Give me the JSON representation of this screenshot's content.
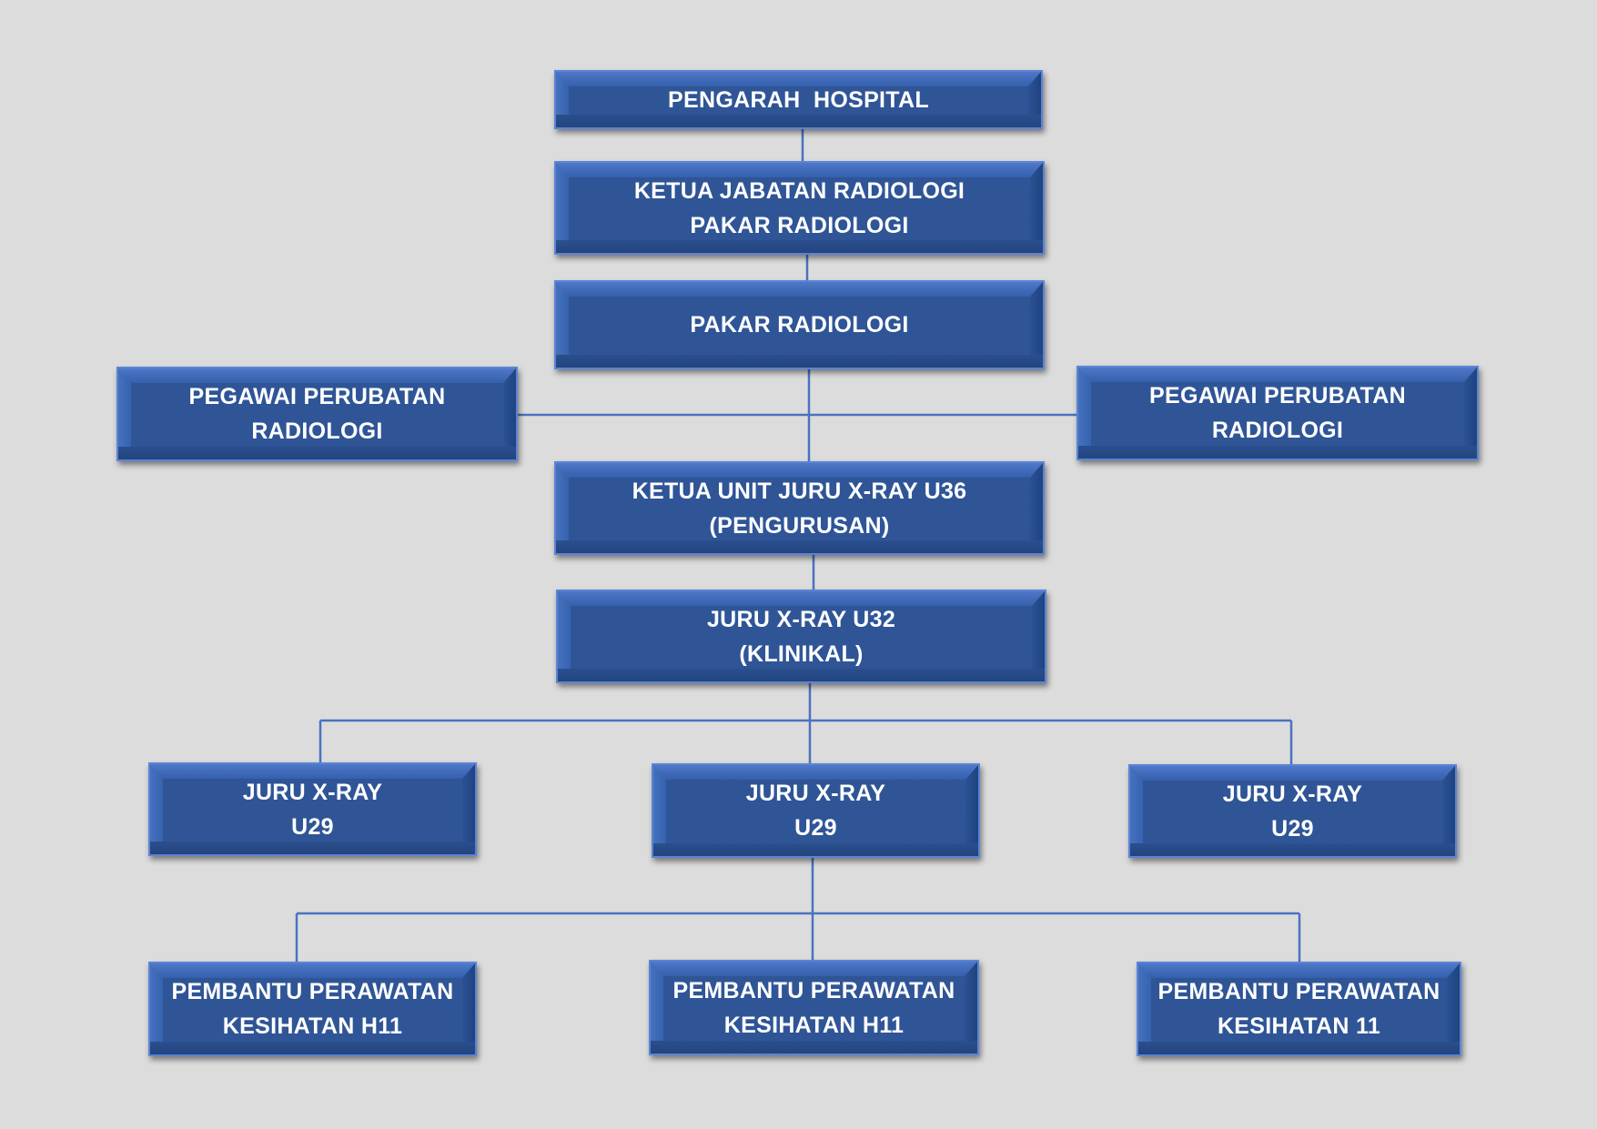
{
  "nodes": [
    {
      "id": "pengarah",
      "lines": [
        "PENGARAH  HOSPITAL"
      ]
    },
    {
      "id": "ketua-jabatan",
      "lines": [
        "KETUA JABATAN RADIOLOGI",
        "PAKAR RADIOLOGI"
      ]
    },
    {
      "id": "pakar",
      "lines": [
        "PAKAR RADIOLOGI"
      ]
    },
    {
      "id": "pegawai-left",
      "lines": [
        "PEGAWAI PERUBATAN",
        "RADIOLOGI"
      ]
    },
    {
      "id": "pegawai-right",
      "lines": [
        "PEGAWAI PERUBATAN",
        "RADIOLOGI"
      ]
    },
    {
      "id": "ketua-unit",
      "lines": [
        "KETUA UNIT JURU X-RAY U36",
        "(PENGURUSAN)"
      ]
    },
    {
      "id": "juru-u32",
      "lines": [
        "JURU X-RAY U32",
        "(KLINIKAL)"
      ]
    },
    {
      "id": "juru-u29-left",
      "lines": [
        "JURU X-RAY",
        "U29"
      ]
    },
    {
      "id": "juru-u29-mid",
      "lines": [
        "JURU X-RAY",
        "U29"
      ]
    },
    {
      "id": "juru-u29-right",
      "lines": [
        "JURU X-RAY",
        "U29"
      ]
    },
    {
      "id": "pembantu-left",
      "lines": [
        "PEMBANTU PERAWATAN",
        "KESIHATAN H11"
      ]
    },
    {
      "id": "pembantu-mid",
      "lines": [
        "PEMBANTU PERAWATAN",
        "KESIHATAN H11"
      ]
    },
    {
      "id": "pembantu-right",
      "lines": [
        "PEMBANTU PERAWATAN",
        "KESIHATAN 11"
      ]
    }
  ],
  "edges": [
    [
      "pengarah",
      "ketua-jabatan"
    ],
    [
      "ketua-jabatan",
      "pakar"
    ],
    [
      "pakar",
      "ketua-unit"
    ],
    [
      "pakar",
      "pegawai-left"
    ],
    [
      "pakar",
      "pegawai-right"
    ],
    [
      "ketua-unit",
      "juru-u32"
    ],
    [
      "juru-u32",
      "juru-u29-left"
    ],
    [
      "juru-u32",
      "juru-u29-mid"
    ],
    [
      "juru-u32",
      "juru-u29-right"
    ],
    [
      "juru-u29-mid",
      "pembantu-left"
    ],
    [
      "juru-u29-mid",
      "pembantu-mid"
    ],
    [
      "juru-u29-mid",
      "pembantu-right"
    ]
  ],
  "colors": {
    "background": "#dcdcdc",
    "box_fill": "#2f5597",
    "box_border": "#5b84d6",
    "connector": "#4a72c0",
    "text": "#ffffff"
  }
}
